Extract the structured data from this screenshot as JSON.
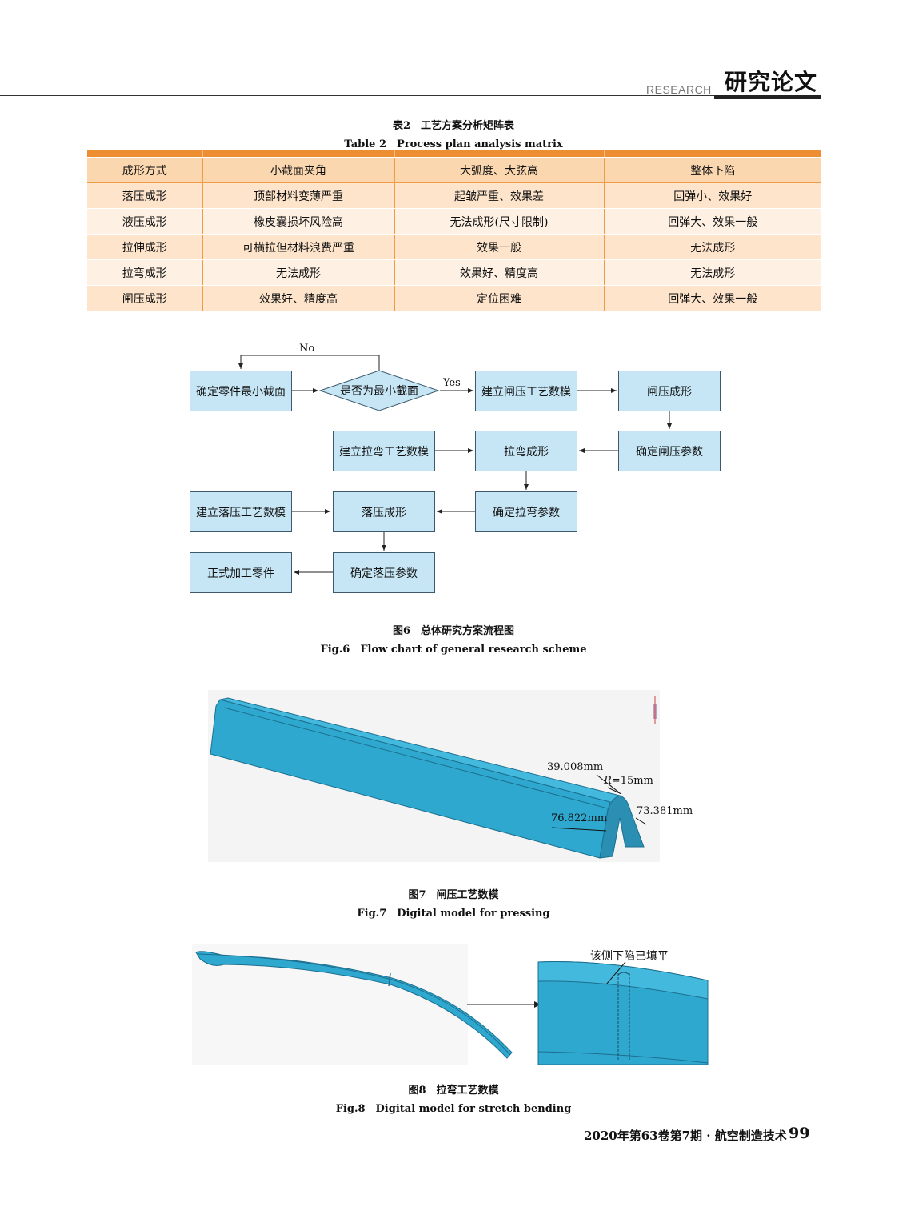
{
  "header": {
    "section_en": "RESEARCH",
    "section_cn": "研究论文"
  },
  "table2": {
    "caption_cn": "表2　工艺方案分析矩阵表",
    "caption_en": "Table 2　Process plan analysis matrix",
    "headers": [
      "成形方式",
      "小截面夹角",
      "大弧度、大弦高",
      "整体下陷"
    ],
    "rows": [
      [
        "落压成形",
        "顶部材料变薄严重",
        "起皱严重、效果差",
        "回弹小、效果好"
      ],
      [
        "液压成形",
        "橡皮囊损坏风险高",
        "无法成形(尺寸限制)",
        "回弹大、效果一般"
      ],
      [
        "拉伸成形",
        "可横拉但材料浪费严重",
        "效果一般",
        "无法成形"
      ],
      [
        "拉弯成形",
        "无法成形",
        "效果好、精度高",
        "无法成形"
      ],
      [
        "闸压成形",
        "效果好、精度高",
        "定位困难",
        "回弹大、效果一般"
      ]
    ]
  },
  "fig6": {
    "nodes": {
      "n1": "确定零件最小截面",
      "d1": "是否为最小截面",
      "n2": "建立闸压工艺数模",
      "n3": "闸压成形",
      "n4": "确定闸压参数",
      "n5": "拉弯成形",
      "n6": "建立拉弯工艺数模",
      "n7": "确定拉弯参数",
      "n8": "落压成形",
      "n9": "建立落压工艺数模",
      "n10": "确定落压参数",
      "n11": "正式加工零件"
    },
    "label_no": "No",
    "label_yes": "Yes",
    "caption_cn": "图6　总体研究方案流程图",
    "caption_en": "Fig.6　Flow chart of general research scheme"
  },
  "fig7": {
    "dim_top": "39.008mm",
    "dim_r_prefix": "R",
    "dim_r_suffix": "=15mm",
    "dim_left": "76.822mm",
    "dim_right": "73.381mm",
    "caption_cn": "图7　闸压工艺数模",
    "caption_en": "Fig.7　Digital model for pressing"
  },
  "fig8": {
    "note": "该侧下陷已填平",
    "caption_cn": "图8　拉弯工艺数模",
    "caption_en": "Fig.8　Digital model for stretch bending"
  },
  "footer": {
    "issue": "2020年第63卷第7期 · 航空制造技术",
    "page": "99"
  },
  "colors": {
    "table_accent": "#ee8e33",
    "node_fill": "#c6e6f6",
    "model_blue": "#2fa8cf"
  }
}
